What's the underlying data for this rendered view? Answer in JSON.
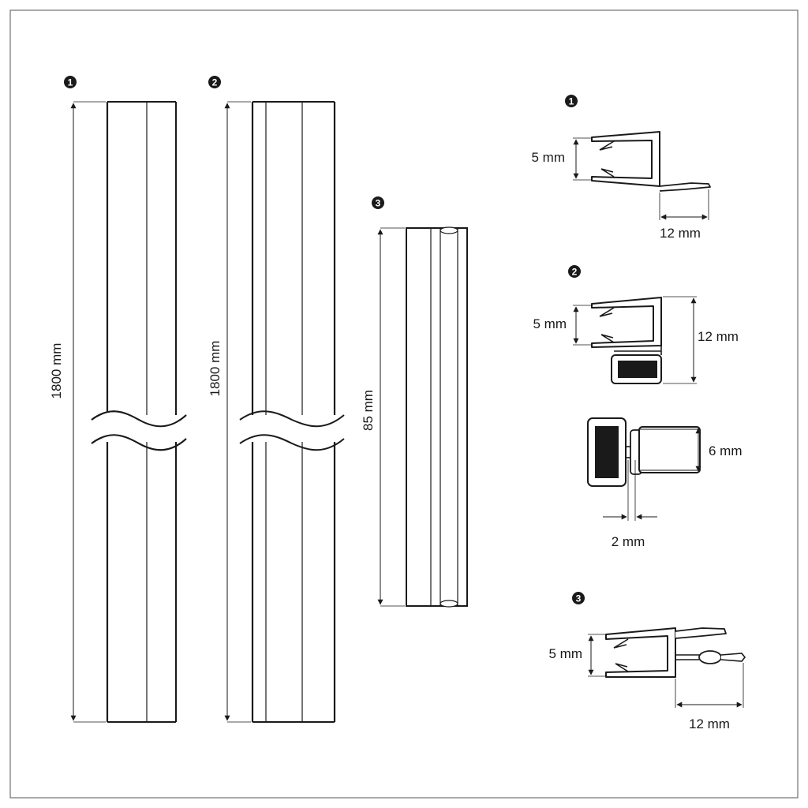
{
  "markers": {
    "one": "1",
    "two": "2",
    "three": "3"
  },
  "strips": {
    "strip1_length": "1800 mm",
    "strip2_length": "1800 mm",
    "strip3_length": "85 mm"
  },
  "profiles": {
    "p1_gap": "5 mm",
    "p1_fin": "12 mm",
    "p2_gap": "5 mm",
    "p2_height": "12 mm",
    "p2_magnet_width": "6 mm",
    "p2_magnet_thickness": "2 mm",
    "p3_gap": "5 mm",
    "p3_fin": "12 mm"
  },
  "colors": {
    "line": "#1a1a1a",
    "magnet": "#1a1a1a",
    "frame": "#555555"
  }
}
